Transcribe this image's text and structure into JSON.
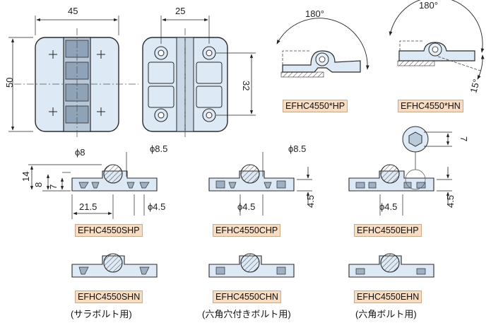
{
  "top": {
    "dim_width": "45",
    "dim_depth": "25",
    "dim_height": "50",
    "dim_hole_pitch": "32",
    "angle_hp": "180°",
    "angle_hn": "180°",
    "angle_hn_extra": "15°",
    "label_hp": "EFHC4550*HP",
    "label_hn": "EFHC4550*HN",
    "dim_hex": "7"
  },
  "sections": {
    "dim_14": "14",
    "dim_8": "8",
    "dim_7": "7",
    "dim_phi8": "ϕ8",
    "dim_phi85_a": "ϕ8.5",
    "dim_phi85_b": "ϕ8.5",
    "dim_215": "21.5",
    "dim_phi45_a": "ϕ4.5",
    "dim_phi45_b": "ϕ4.5",
    "dim_phi45_c": "ϕ4.5",
    "dim_45_b": "4.5",
    "dim_45_c": "4.5"
  },
  "labels": {
    "shp": "EFHC4550SHP",
    "chp": "EFHC4550CHP",
    "ehp": "EFHC4550EHP",
    "shn": "EFHC4550SHN",
    "chn": "EFHC4550CHN",
    "ehn": "EFHC4550EHN"
  },
  "notes": {
    "s": "(サラボルト用)",
    "c": "(六角穴付きボルト用)",
    "e": "(六角ボルト用)"
  },
  "colors": {
    "body": "#dde9f5",
    "outline": "#2b2b2b",
    "label_bg": "#f6dcc3"
  }
}
